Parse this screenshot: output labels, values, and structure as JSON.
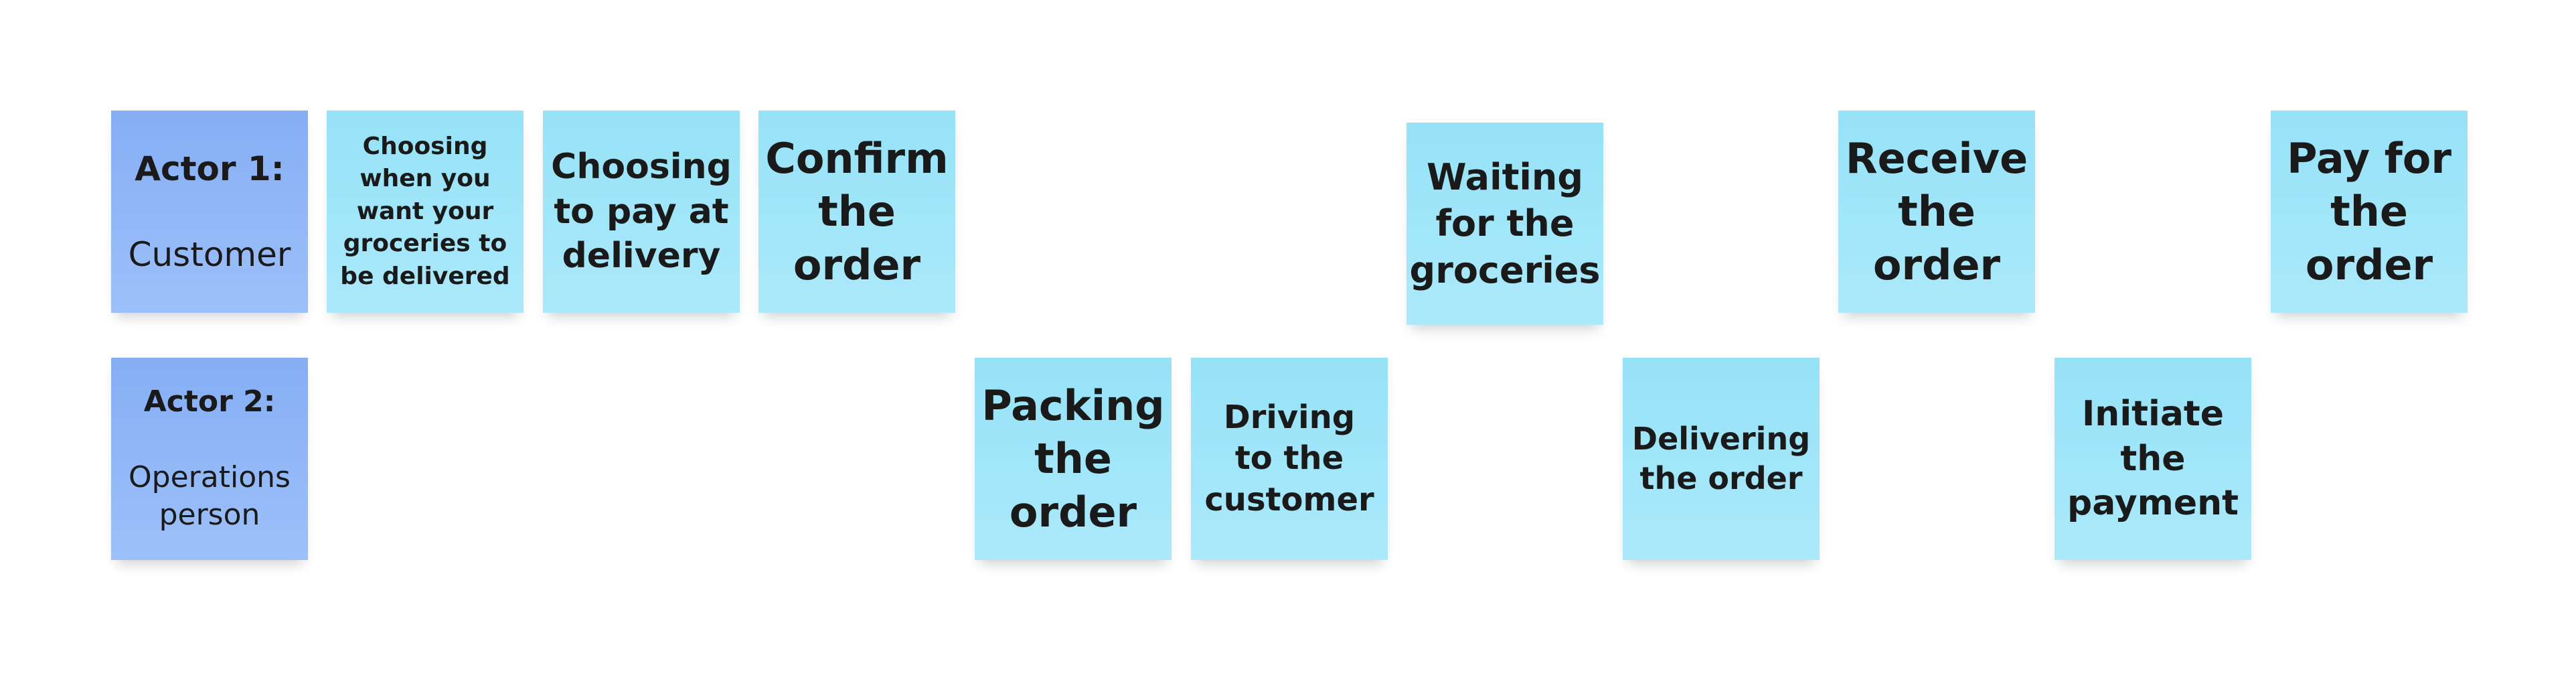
{
  "board": {
    "actors": [
      {
        "label": "Actor 1:",
        "name": "Customer"
      },
      {
        "label": "Actor 2:",
        "name": "Operations person"
      }
    ],
    "customer_steps": [
      "Choosing when you want your groceries to be delivered",
      "Choosing to pay at delivery",
      "Confirm the order",
      "Waiting for the groceries",
      "Receive the order",
      "Pay for the order"
    ],
    "operations_steps": [
      "Packing the order",
      "Driving to the customer",
      "Delivering the order",
      "Initiate the payment"
    ]
  },
  "colors": {
    "actor_note": "#8fb5f7",
    "step_note": "#9fe4f8",
    "text": "#1a1a1a",
    "background": "#ffffff"
  }
}
